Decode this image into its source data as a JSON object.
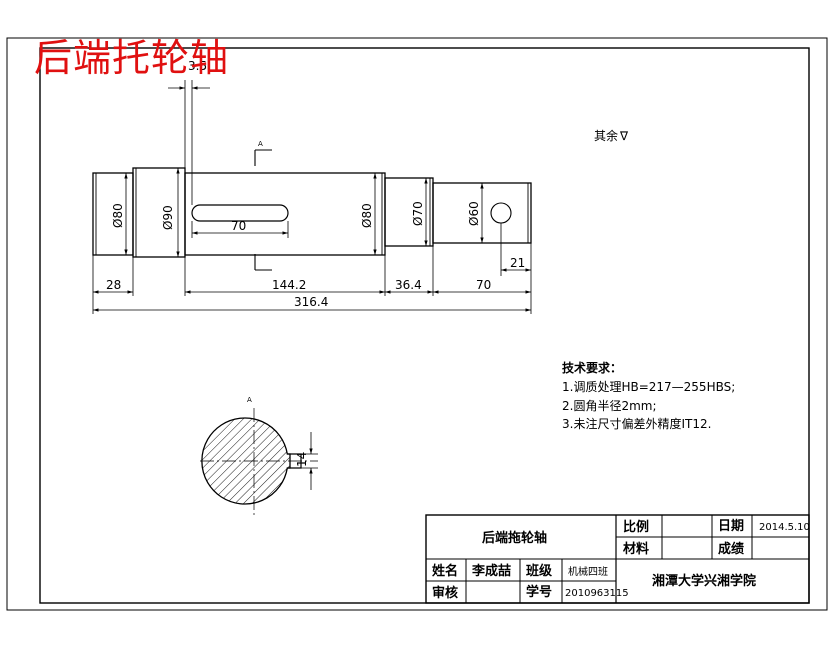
{
  "overlay_title": "后端托轮轴",
  "surface_note": "其余",
  "surface_symbol": "∇",
  "dimensions": {
    "top_offset": "3.5",
    "dia_80_left": "Ø80",
    "dia_90": "Ø90",
    "dia_80_mid": "Ø80",
    "dia_70": "Ø70",
    "dia_60": "Ø60",
    "keyway_length": "70",
    "len_28": "28",
    "len_144_2": "144.2",
    "len_36_4": "36.4",
    "len_70": "70",
    "len_21": "21",
    "len_total": "316.4",
    "key_width": "14"
  },
  "tech_requirements": {
    "heading": "技术要求：",
    "items": [
      "1.调质处理HB=217—255HBS;",
      "2.圆角半径2mm;",
      "3.未注尺寸偏差外精度IT12."
    ]
  },
  "title_block": {
    "part_name": "后端拖轮轴",
    "ratio_label": "比例",
    "ratio_value": "",
    "date_label": "日期",
    "date_value": "2014.5.10",
    "material_label": "材料",
    "material_value": "",
    "grade_label": "成绩",
    "grade_value": "",
    "name_label": "姓名",
    "name_value": "李成喆",
    "class_label": "班级",
    "class_value": "机械四班",
    "review_label": "审核",
    "review_value": "",
    "id_label": "学号",
    "id_value": "2010963115",
    "school": "湘潭大学兴湘学院"
  }
}
